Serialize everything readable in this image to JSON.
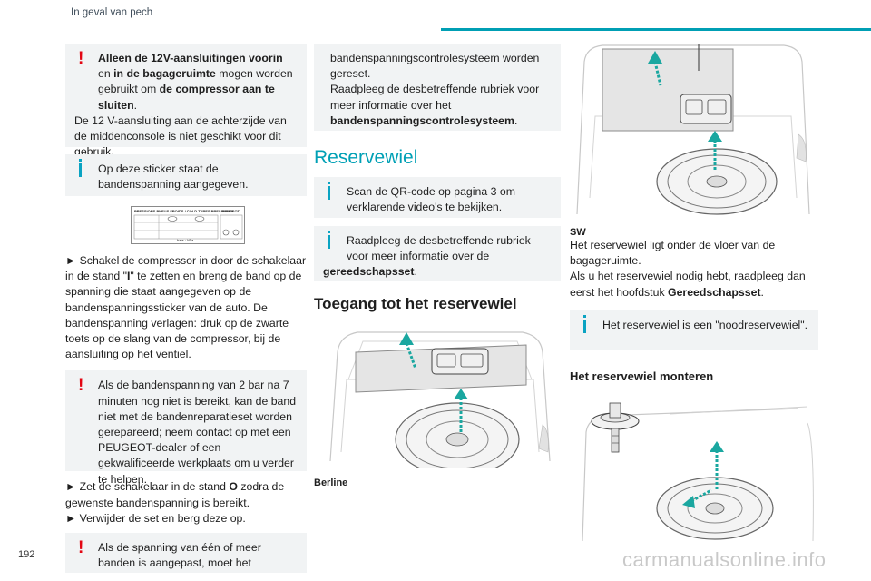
{
  "header": {
    "section_title": "In geval van pech",
    "page_number": "192"
  },
  "col1": {
    "warn1": {
      "b1": "Alleen de 12V-aansluitingen voorin",
      "t1": " en ",
      "b2": "in de bagageruimte",
      "t2": " mogen worden gebruikt om ",
      "b3": "de compressor aan te sluiten",
      "t3": ".",
      "t4": "De 12 V-aansluiting aan de achterzijde van de middenconsole is niet geschikt voor dit gebruik."
    },
    "info1": "Op deze sticker staat de bandenspanning aangegeven.",
    "sticker": {
      "title": "PRESSIONS PNEUS FROIDS / COLD TYRES PRESSURES",
      "brand": "PEUGEOT",
      "unit": "bars · kPa"
    },
    "step1_pre": "► Schakel de compressor in door de schakelaar in de stand \"",
    "step1_bold": "I",
    "step1_post": "\" te zetten en breng de band op de spanning die staat aangegeven op de bandenspanningssticker van de auto. De bandenspanning verlagen: druk op de zwarte toets op de slang van de compressor, bij de aansluiting op het ventiel.",
    "warn2": "Als de bandenspanning van 2 bar na 7 minuten nog niet is bereikt, kan de band niet met de bandenreparatieset worden gerepareerd; neem contact op met een PEUGEOT-dealer of een gekwalificeerde werkplaats om u verder te helpen.",
    "step2_pre": "► Zet de schakelaar in de stand ",
    "step2_bold": "O",
    "step2_post": " zodra de gewenste bandenspanning is bereikt.",
    "step3": "► Verwijder de set en berg deze op.",
    "warn3": "Als de spanning van één of meer banden is aangepast, moet het"
  },
  "col2": {
    "box_text": "bandenspanningscontrolesysteem worden gereset.",
    "box_text2": "Raadpleeg de desbetreffende rubriek voor meer informatie over het",
    "box_bold": "bandenspanningscontrolesysteem",
    "box_end": ".",
    "heading_spare": "Reservewiel",
    "info_qr": "Scan de QR-code op pagina 3 om verklarende video's te bekijken.",
    "info_tools_pre": "Raadpleeg de desbetreffende rubriek voor meer informatie over de",
    "info_tools_bold": "gereedschapsset",
    "info_tools_end": ".",
    "heading_access": "Toegang tot het reservewiel",
    "caption_berline": "Berline"
  },
  "col3": {
    "sw_label": "SW",
    "sw_text1": "Het reservewiel ligt onder de vloer van de bagageruimte.",
    "sw_text2": "Als u het reservewiel nodig hebt, raadpleeg dan eerst het hoofdstuk ",
    "sw_bold": "Gereedschapsset",
    "sw_end": ".",
    "info_emergency": "Het reservewiel is een \"noodreservewiel\".",
    "heading_mount": "Het reservewiel monteren"
  },
  "watermark": "carmanualsonline.info",
  "colors": {
    "accent": "#00a0b5",
    "warning": "#e30613",
    "box_bg": "#f1f3f4",
    "arrow": "#1aa7a0"
  }
}
